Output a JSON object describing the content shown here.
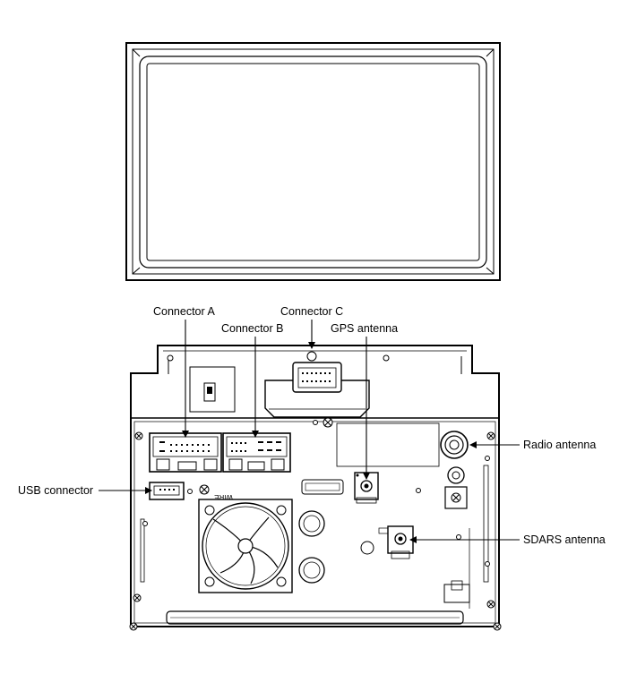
{
  "labels": {
    "connector_a": "Connector A",
    "connector_b": "Connector B",
    "connector_c": "Connector C",
    "gps_antenna": "GPS antenna",
    "radio_antenna": "Radio antenna",
    "usb_connector": "USB connector",
    "sdars_antenna": "SDARS antenna"
  },
  "stamped_text": "WIRE"
}
